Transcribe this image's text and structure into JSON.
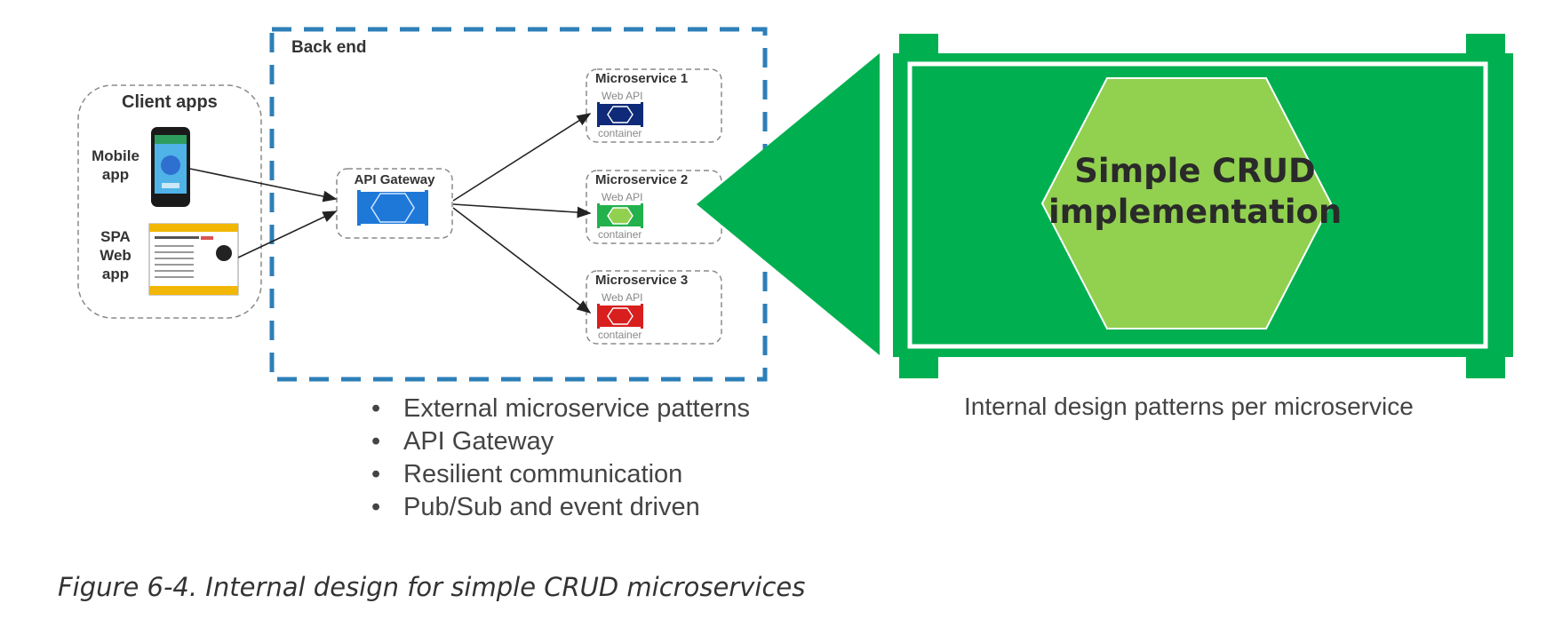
{
  "backend": {
    "title": "Back end"
  },
  "clients": {
    "title": "Client apps",
    "mobile_line1": "Mobile",
    "mobile_line2": "app",
    "spa_line1": "SPA",
    "spa_line2": "Web",
    "spa_line3": "app"
  },
  "gateway": {
    "label": "API Gateway"
  },
  "microservices": [
    {
      "title": "Microservice 1",
      "webapi": "Web API",
      "container": "container",
      "color": "#0e2a78"
    },
    {
      "title": "Microservice 2",
      "webapi": "Web API",
      "container": "container",
      "color": "#22b14c"
    },
    {
      "title": "Microservice 3",
      "webapi": "Web API",
      "container": "container",
      "color": "#d91e1e"
    }
  ],
  "bullets": [
    "External microservice patterns",
    "API Gateway",
    "Resilient communication",
    "Pub/Sub and event driven"
  ],
  "zoom": {
    "crud_line1": "Simple CRUD",
    "crud_line2": "implementation",
    "caption": "Internal design patterns per microservice"
  },
  "figure_caption": "Figure 6-4. Internal design for simple CRUD microservices",
  "colors": {
    "backend_border": "#2e7fb8",
    "zoom_green": "#00b050",
    "hex_green": "#92d050",
    "gateway_blue": "#1e78d8"
  }
}
